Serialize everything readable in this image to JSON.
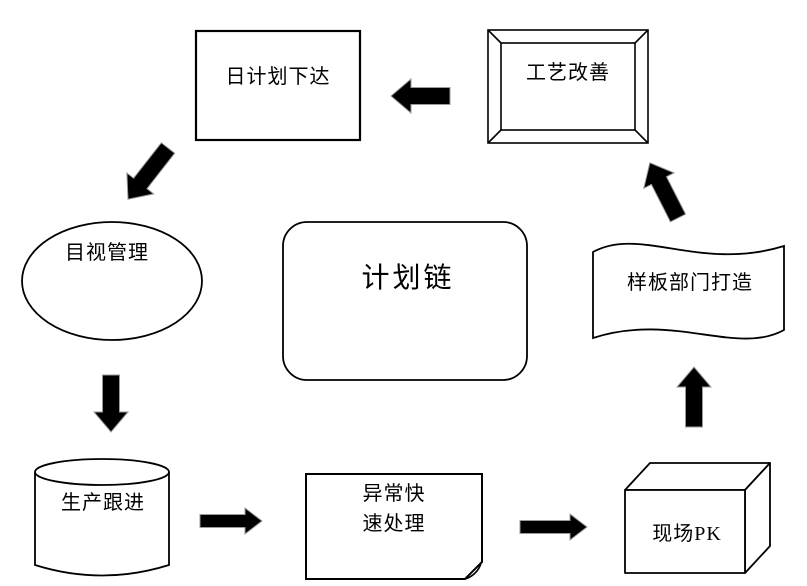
{
  "diagram": {
    "background_color": "#ffffff",
    "line_color": "#000000",
    "arrow_fill_color": "#000000",
    "arrow_edge_color": "#9a9a9a",
    "nodes": [
      {
        "id": "daily-plan",
        "label": "日计划下达",
        "shape": "rectangle"
      },
      {
        "id": "process-improvement",
        "label": "工艺改善",
        "shape": "framed-rectangle"
      },
      {
        "id": "visual-management",
        "label": "目视管理",
        "shape": "ellipse"
      },
      {
        "id": "plan-chain",
        "label": "计划链",
        "shape": "rounded-rectangle"
      },
      {
        "id": "model-department",
        "label": "样板部门打造",
        "shape": "wave-flag"
      },
      {
        "id": "production-followup",
        "label": "生产跟进",
        "shape": "cylinder"
      },
      {
        "id": "abnormal-handling",
        "label": "异常快速处理",
        "label_lines": [
          "异常快",
          "速处理"
        ],
        "shape": "folded-corner-note"
      },
      {
        "id": "onsite-pk",
        "label": "现场PK",
        "shape": "cube"
      }
    ],
    "arrows": [
      {
        "from": "process-improvement",
        "to": "daily-plan",
        "direction": "left"
      },
      {
        "from": "daily-plan",
        "to": "visual-management",
        "direction": "down-left"
      },
      {
        "from": "visual-management",
        "to": "production-followup",
        "direction": "down"
      },
      {
        "from": "production-followup",
        "to": "abnormal-handling",
        "direction": "right"
      },
      {
        "from": "abnormal-handling",
        "to": "onsite-pk",
        "direction": "right"
      },
      {
        "from": "onsite-pk",
        "to": "model-department",
        "direction": "up"
      },
      {
        "from": "model-department",
        "to": "process-improvement",
        "direction": "up-left"
      }
    ]
  }
}
